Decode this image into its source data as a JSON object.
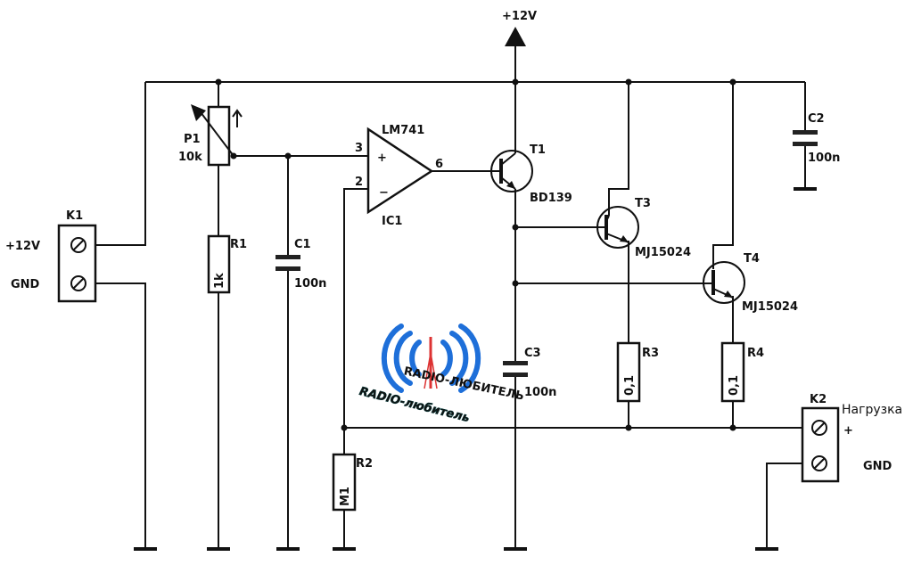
{
  "supply": {
    "label": "+12V"
  },
  "k1": {
    "name": "K1",
    "pin1": "+12V",
    "pin2": "GND"
  },
  "p1": {
    "name": "P1",
    "value": "10k"
  },
  "r1": {
    "name": "R1",
    "value": "1k"
  },
  "c1": {
    "name": "C1",
    "value": "100n"
  },
  "ic1": {
    "name": "IC1",
    "part": "LM741",
    "pin_plus": "3",
    "pin_minus": "2",
    "pin_out": "6",
    "plus_sign": "+",
    "minus_sign": "−"
  },
  "t1": {
    "name": "T1",
    "part": "BD139"
  },
  "t3": {
    "name": "T3",
    "part": "MJ15024"
  },
  "t4": {
    "name": "T4",
    "part": "MJ15024"
  },
  "c2": {
    "name": "C2",
    "value": "100n"
  },
  "c3": {
    "name": "C3",
    "value": "100n"
  },
  "r2": {
    "name": "R2",
    "value": "M1"
  },
  "r3": {
    "name": "R3",
    "value": "0,1"
  },
  "r4": {
    "name": "R4",
    "value": "0,1"
  },
  "k2": {
    "name": "K2",
    "load": "Нагрузка",
    "pin1": "+",
    "pin2": "GND"
  },
  "logo": {
    "text": "RADIO-любитель",
    "small_text": "RADIO-ЛЮБИТЕЛЬ",
    "color": "#1e6fd9"
  }
}
